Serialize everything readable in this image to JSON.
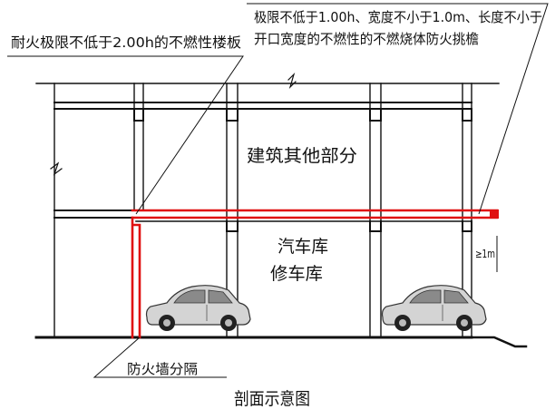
{
  "floor_callout": "耐火极限不低于2.00h的不燃性楼板",
  "eave_callout": {
    "line1": "极限不低于1.00h、宽度不小于1.0m、长度不小于",
    "line2": "开口宽度的不燃性的不燃烧体防火挑檐"
  },
  "upper_room_label": "建筑其他部分",
  "garage_label": {
    "line1": "汽车库",
    "line2": "修车库"
  },
  "eave_width_label": "≥1m",
  "firewall_callout": "防火墙分隔",
  "caption": "剖面示意图",
  "colors": {
    "fire_element": "#e01010",
    "structure": "#111111"
  }
}
